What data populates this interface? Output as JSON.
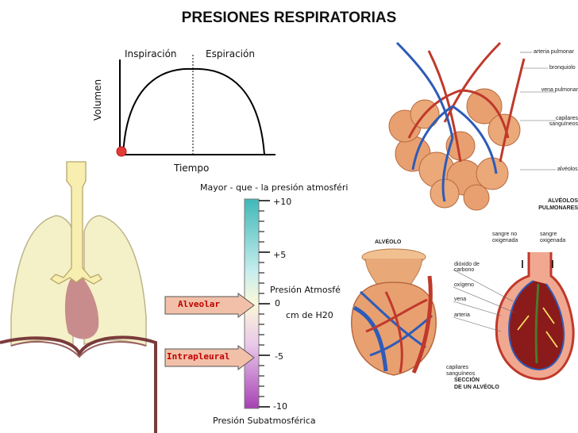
{
  "title": "PRESIONES RESPIRATORIAS",
  "volume_graph": {
    "inspiration_label": "Inspiración",
    "expiration_label": "Espiración",
    "y_axis_label": "Volumen",
    "x_axis_label": "Tiempo"
  },
  "pressure_scale": {
    "top_label": "Mayor - que - la presión atmosféri",
    "bottom_label": "Presión Subatmosférica",
    "atmospheric_label": "Presión Atmosfé",
    "unit_label": "cm de H20",
    "ticks": [
      "+10",
      "+5",
      "0",
      "-5",
      "-10"
    ],
    "alveolar_label": "Alveolar",
    "intrapleural_label": "Intrapleural"
  },
  "alveoli_diagram": {
    "labels": [
      "arteria pulmonar",
      "bronquiolo",
      "vena pulmonar",
      "capilares sanguíneos",
      "alvéolos"
    ],
    "caption_line1": "ALVÉOLOS",
    "caption_line2": "PULMONARES"
  },
  "alveolus_diagram": {
    "title": "ALVÉOLO",
    "label_blood_no_ox_1": "sangre no",
    "label_blood_no_ox_2": "oxigenada",
    "label_blood_ox_1": "sangre",
    "label_blood_ox_2": "oxigenada",
    "labels": [
      "dióxido de carbono",
      "oxígeno",
      "vena",
      "arteria"
    ],
    "capillaries_1": "capilares",
    "capillaries_2": "sanguíneos",
    "section_1": "SECCIÓN",
    "section_2": "DE UN ALVÉOLO"
  },
  "colors": {
    "artery": "#c0392b",
    "vein": "#2e5bb8",
    "alveolus": "#e8a070",
    "lung": "#f4f0c8",
    "trachea": "#f7eeb0",
    "arrow": "#f2c0a8",
    "arrow_text": "#c00000"
  }
}
